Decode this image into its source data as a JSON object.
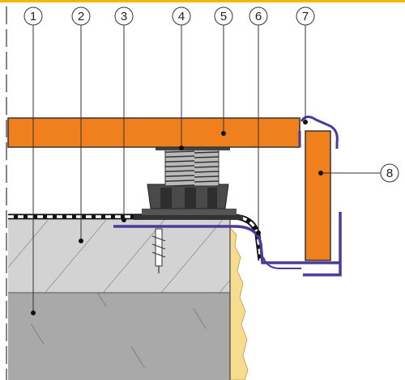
{
  "diagram": {
    "callouts": [
      {
        "id": "1",
        "label": "1"
      },
      {
        "id": "2",
        "label": "2"
      },
      {
        "id": "3",
        "label": "3"
      },
      {
        "id": "4",
        "label": "4"
      },
      {
        "id": "5",
        "label": "5"
      },
      {
        "id": "6",
        "label": "6"
      },
      {
        "id": "7",
        "label": "7"
      },
      {
        "id": "8",
        "label": "8"
      }
    ],
    "colors": {
      "top_border": "#f5b800",
      "deck": "#f07f1d",
      "outline": "#333333",
      "profile": "#4a3b9a",
      "concrete": "#d3d3d3",
      "slab": "#a9a9a9",
      "insulation": "#f7dc8f",
      "pedestal": "#444444"
    }
  }
}
